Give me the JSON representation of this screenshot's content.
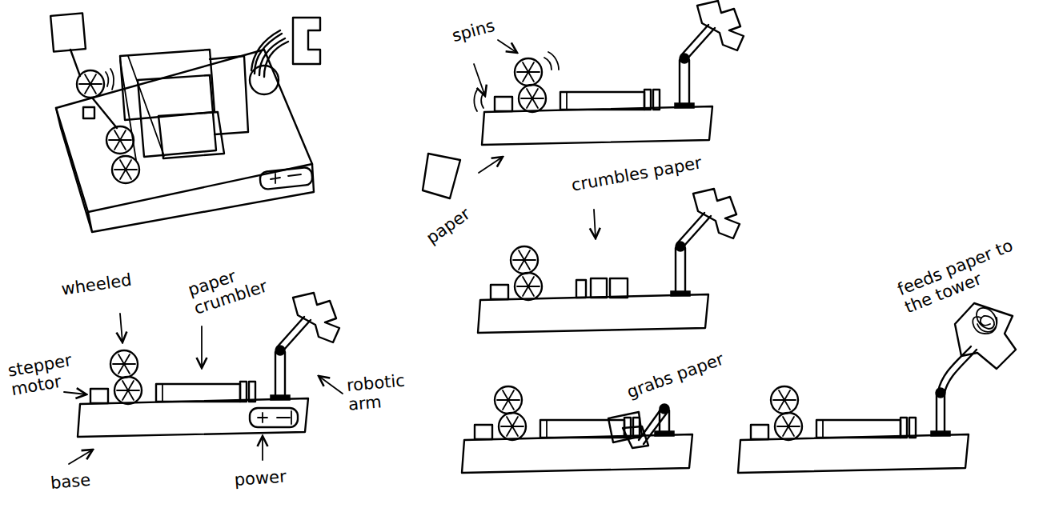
{
  "diagram": {
    "labels": [
      "wheeled",
      "stepper motor",
      "paper crumbler",
      "robotic arm",
      "base",
      "power",
      "spins",
      "paper",
      "crumbles paper",
      "grabs paper",
      "feeds paper to the tower"
    ]
  }
}
